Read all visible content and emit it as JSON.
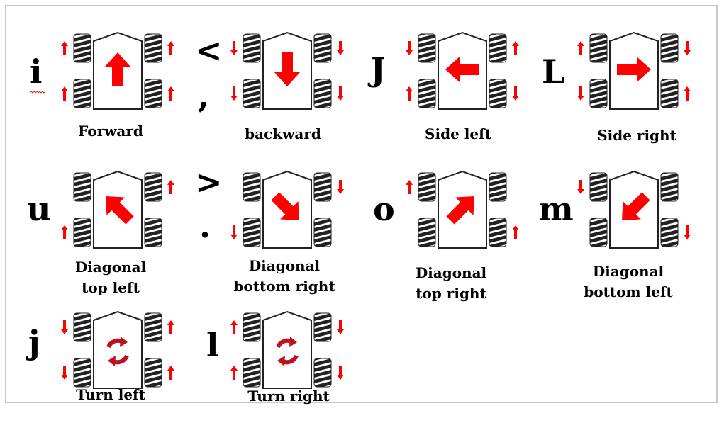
{
  "colors": {
    "arrow": "#ff0000",
    "turn": "#c0101e",
    "stroke": "#222222"
  },
  "diagrams": [
    {
      "keys": [
        "i"
      ],
      "caption": [
        "Forward"
      ],
      "motion": "arrow-up",
      "wheels": {
        "fl": "up",
        "fr": "up",
        "rl": "up",
        "rr": "up"
      }
    },
    {
      "keys": [
        "<",
        ","
      ],
      "caption": [
        "backward"
      ],
      "motion": "arrow-down",
      "wheels": {
        "fl": "down",
        "fr": "down",
        "rl": "down",
        "rr": "down"
      }
    },
    {
      "keys": [
        "J"
      ],
      "caption": [
        "Side left"
      ],
      "motion": "arrow-left",
      "wheels": {
        "fl": "down",
        "fr": "up",
        "rl": "up",
        "rr": "down"
      }
    },
    {
      "keys": [
        "L"
      ],
      "caption": [
        "Side right"
      ],
      "motion": "arrow-right",
      "wheels": {
        "fl": "up",
        "fr": "down",
        "rl": "down",
        "rr": "up"
      }
    },
    {
      "keys": [
        "u"
      ],
      "caption": [
        "Diagonal",
        "top left"
      ],
      "motion": "arrow-up-left",
      "wheels": {
        "fl": "none",
        "fr": "up",
        "rl": "up",
        "rr": "none"
      }
    },
    {
      "keys": [
        ">",
        "."
      ],
      "caption": [
        "Diagonal",
        "bottom right"
      ],
      "motion": "arrow-down-right",
      "wheels": {
        "fl": "none",
        "fr": "down",
        "rl": "down",
        "rr": "none"
      }
    },
    {
      "keys": [
        "o"
      ],
      "caption": [
        "Diagonal",
        "top right"
      ],
      "motion": "arrow-up-right",
      "wheels": {
        "fl": "up",
        "fr": "none",
        "rl": "none",
        "rr": "up"
      }
    },
    {
      "keys": [
        "m"
      ],
      "caption": [
        "Diagonal",
        "bottom left"
      ],
      "motion": "arrow-down-left",
      "wheels": {
        "fl": "down",
        "fr": "none",
        "rl": "none",
        "rr": "down"
      }
    },
    {
      "keys": [
        "j"
      ],
      "caption": [
        "Turn left"
      ],
      "motion": "rotate",
      "wheels": {
        "fl": "down",
        "fr": "up",
        "rl": "down",
        "rr": "up"
      }
    },
    {
      "keys": [
        "l"
      ],
      "caption": [
        "Turn right"
      ],
      "motion": "rotate",
      "wheels": {
        "fl": "up",
        "fr": "down",
        "rl": "up",
        "rr": "down"
      }
    }
  ]
}
